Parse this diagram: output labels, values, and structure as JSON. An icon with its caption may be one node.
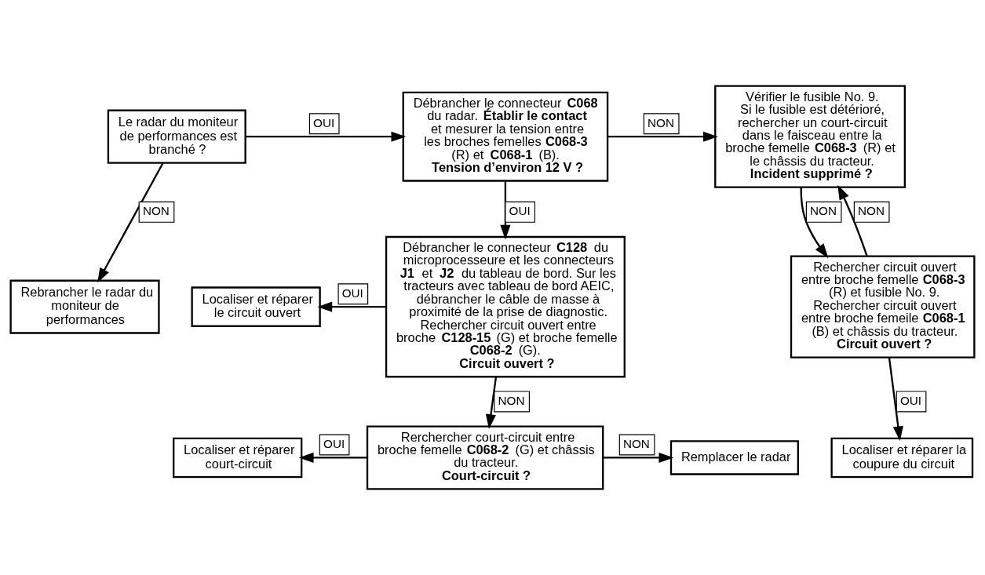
{
  "diagram": {
    "nodes": [
      {
        "text": [
          "Le radar du moniteur de performances est branché ?"
        ]
      },
      {
        "text": [
          "Débrancher le connecteur **C068** du radar. **Établir le contact** et mesurer la tension entre les broches femelles **C068-3** (R) et **C068-1** (B).",
          "Tension d’environ 12 V ?"
        ]
      },
      {
        "text": [
          "Vérifier le fusible No. 9. Si le fusible est détérioré, rechercher un court-circuit dans le faisceau entre la broche femelle **C068-3** (R) et le châssis du tracteur.",
          "Incident supprimé ?"
        ]
      },
      {
        "text": [
          "Rebrancher le radar du moniteur de performances"
        ]
      },
      {
        "text": [
          "Débrancher le connecteur **C128** du microprocesseure et les connecteurs **J1** et **J2** du tableau de bord. Sur les tracteurs avec tableau de bord AEIC, débrancher le câble de masse à proximité de la prise de diagnostic. Rechercher circuit ouvert entre broche **C128-15** (G) et broche femelle **C068-2** (G).",
          "Circuit ouvert ?"
        ]
      },
      {
        "text": [
          "Rechercher circuit ouvert entre broche femelle **C068-3** (R) et fusible No. 9. Rechercher circuit ouvert entre broche femeile **C068-1** (B) et châssis du tracteur.",
          "Circuit ouvert ?"
        ]
      },
      {
        "text": [
          "Localiser et réparer le circuit ouvert"
        ]
      },
      {
        "text": [
          "Localiser et réparer la coupure du circuit"
        ]
      },
      {
        "text": [
          "Rerchercher court-circuit entre broche femelle **C068-2** (G) et châssis du tracteur.",
          "Court-circuit ?"
        ]
      },
      {
        "text": [
          "Localiser et réparer court-circuit"
        ]
      },
      {
        "text": [
          "Remplacer le radar"
        ]
      }
    ],
    "edges": [
      {
        "from": 0,
        "to": 1,
        "arrow": "to",
        "label": "OUI"
      },
      {
        "from": 0,
        "to": 3,
        "arrow": "to",
        "label": "NON"
      },
      {
        "from": 1,
        "to": 2,
        "arrow": "to",
        "label": "NON"
      },
      {
        "from": 1,
        "to": 4,
        "arrow": "to",
        "label": "OUI"
      },
      {
        "from": 2,
        "to": 5,
        "arrow": "to",
        "label": "NON"
      },
      {
        "from": 5,
        "to": 2,
        "arrow": "to",
        "label": "NON"
      },
      {
        "from": 5,
        "to": 7,
        "arrow": "to",
        "label": "OUI"
      },
      {
        "from": 4,
        "to": 6,
        "arrow": "to",
        "label": "OUI"
      },
      {
        "from": 4,
        "to": 8,
        "arrow": "to",
        "label": "NON"
      },
      {
        "from": 8,
        "to": 9,
        "arrow": "to",
        "label": "OUI"
      },
      {
        "from": 8,
        "to": 10,
        "arrow": "to",
        "label": "NON"
      }
    ]
  }
}
